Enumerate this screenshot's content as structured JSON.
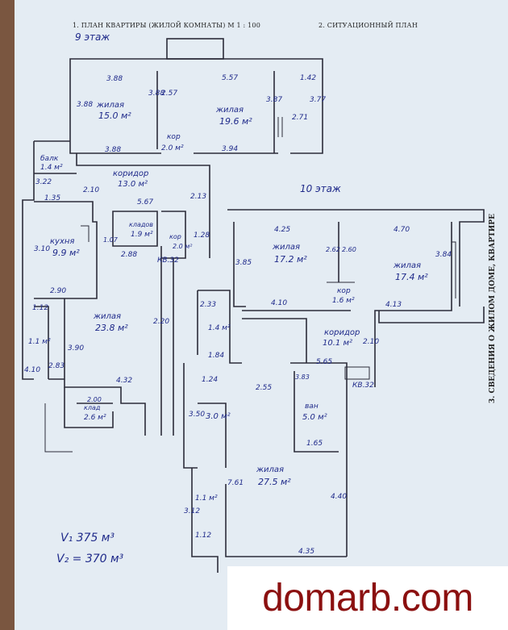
{
  "header": {
    "plan_title": "1. ПЛАН КВАРТИРЫ (ЖИЛОЙ КОМНАТЫ) М 1 : 100",
    "situation_title": "2. СИТУАЦИОННЫЙ ПЛАН",
    "side_title": "3. СВЕДЕНИЯ О ЖИЛОМ ДОМЕ, КВАРТИРЕ"
  },
  "floor9": {
    "label": "9 этаж",
    "rooms": {
      "living1": {
        "name": "жилая",
        "area": "15.0 м²"
      },
      "living2": {
        "name": "жилая",
        "area": "19.6 м²"
      },
      "kor_small": {
        "name": "кор",
        "area": "2.0 м²"
      },
      "balcony": {
        "name": "балк",
        "area": "1.4 м²"
      },
      "corridor": {
        "name": "коридор",
        "area": "13.0 м²"
      },
      "storage": {
        "name": "кладов",
        "area": "1.9 м²"
      },
      "kor_vertical": {
        "name": "кор",
        "area": "2.0 м²"
      },
      "kitchen": {
        "name": "кухня",
        "area": "9.9 м²"
      },
      "living3": {
        "name": "жилая",
        "area": "23.8 м²"
      },
      "side_room": {
        "name": "",
        "area": "1.1 м²"
      },
      "storage2": {
        "name": "клад",
        "area": "2.6 м²"
      }
    },
    "dims": [
      "3.88",
      "5.57",
      "1.42",
      "3.88",
      "3.94",
      "3.88",
      "3.88",
      "3.77",
      "2.57",
      "3.87",
      "2.71",
      "2.10",
      "3.22",
      "1.35",
      "5.67",
      "2.13",
      "1.28",
      "3.10",
      "1.07",
      "2.88",
      "2.90",
      "1.12",
      "4.10",
      "3.90",
      "2.20",
      "4.32",
      "2.00",
      "2.83"
    ],
    "shaft": "КВ.32"
  },
  "floor10": {
    "label": "10 этаж",
    "rooms": {
      "living1": {
        "name": "жилая",
        "area": "17.2 м²"
      },
      "living2": {
        "name": "жилая",
        "area": "17.4 м²"
      },
      "kor": {
        "name": "кор",
        "area": "1.6 м²"
      },
      "small1": {
        "name": "",
        "area": "1.4 м²"
      },
      "corridor": {
        "name": "коридор",
        "area": "10.1 м²"
      },
      "bath": {
        "name": "ван",
        "area": "5.0 м²"
      },
      "room3": {
        "name": "",
        "area": "3.0 м²"
      },
      "living3": {
        "name": "жилая",
        "area": "27.5 м²"
      },
      "small2": {
        "name": "",
        "area": "1.1 м²"
      }
    },
    "dims": [
      "4.25",
      "4.70",
      "3.85",
      "2.62",
      "2.60",
      "3.84",
      "4.10",
      "4.13",
      "2.10",
      "5.65",
      "2.33",
      "1.84",
      "1.24",
      "2.55",
      "3.83",
      "1.65",
      "3.50",
      "7.61",
      "3.12",
      "1.12",
      "4.35",
      "4.40"
    ],
    "shaft": "КВ.32"
  },
  "volumes": {
    "v1": "V₁ 375 м³",
    "v2": "V₂ = 370 м³"
  },
  "watermark": "domarb.com"
}
